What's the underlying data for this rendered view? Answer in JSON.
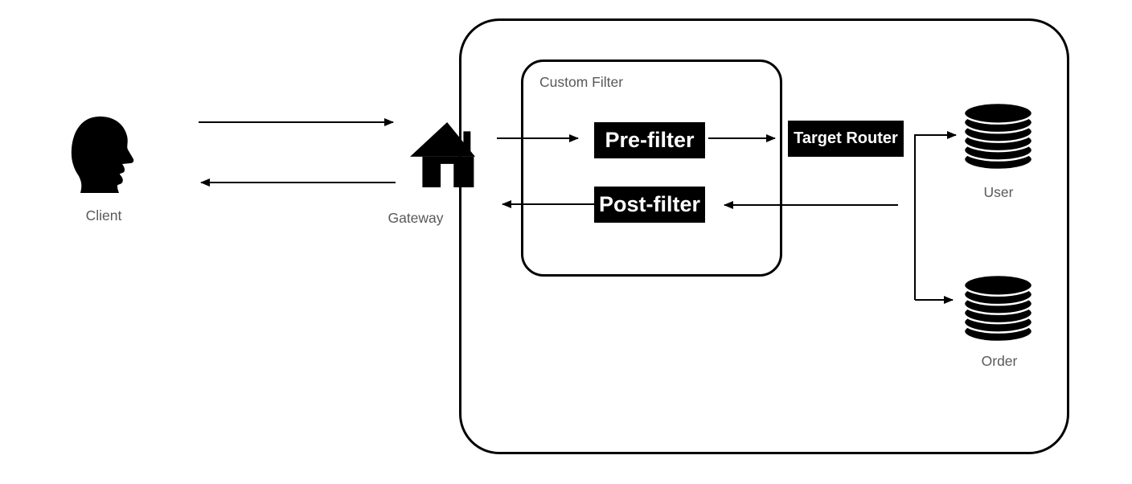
{
  "colors": {
    "node_fill": "#000000",
    "node_text": "#ffffff",
    "label_text": "#595959",
    "line": "#000000",
    "background": "#ffffff"
  },
  "nodes": {
    "client": {
      "label": "Client",
      "icon": "person-head-icon"
    },
    "gateway": {
      "label": "Gateway",
      "icon": "house-icon"
    },
    "custom_filter": {
      "label": "Custom Filter"
    },
    "pre_filter": {
      "label": "Pre-filter"
    },
    "post_filter": {
      "label": "Post-filter"
    },
    "target_router": {
      "label": "Target Router"
    },
    "user_db": {
      "label": "User",
      "icon": "database-icon"
    },
    "order_db": {
      "label": "Order",
      "icon": "database-icon"
    }
  }
}
